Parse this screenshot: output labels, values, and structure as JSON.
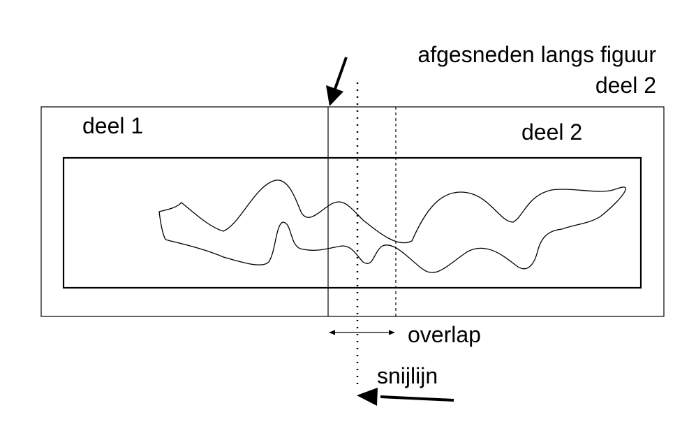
{
  "labels": {
    "cut_along_line1": "afgesneden langs figuur",
    "cut_along_line2": "deel 2",
    "part1": "deel 1",
    "part2": "deel 2",
    "overlap": "overlap",
    "cut_line": "snijlijn"
  },
  "colors": {
    "stroke": "#000000",
    "background": "#ffffff"
  }
}
